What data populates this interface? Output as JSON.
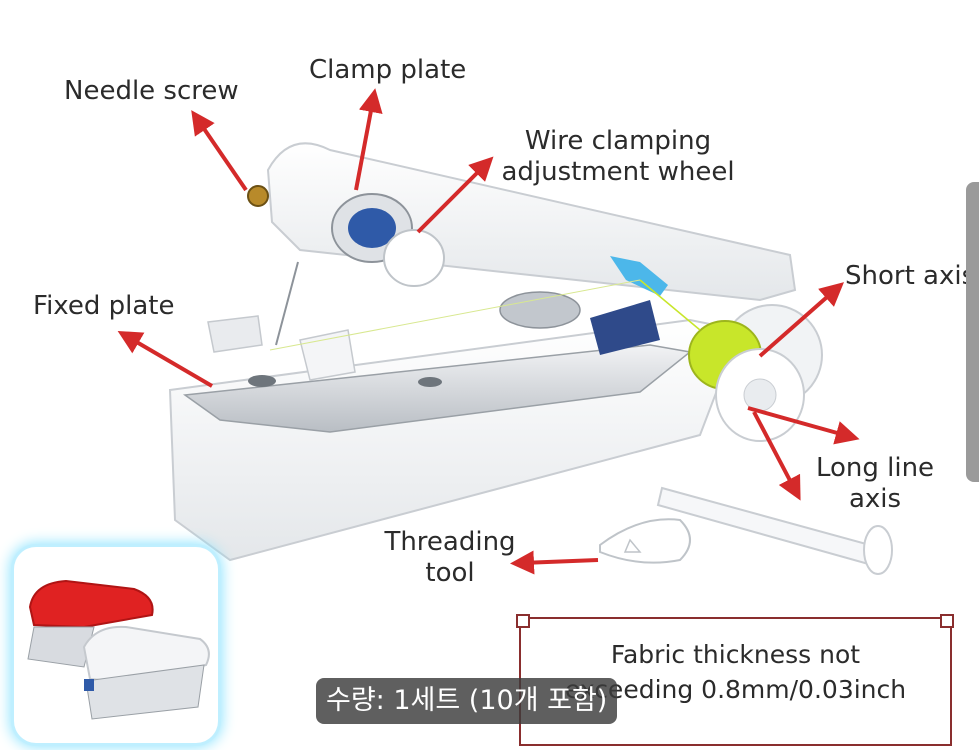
{
  "diagram": {
    "labels": {
      "needle_screw": "Needle screw",
      "clamp_plate": "Clamp plate",
      "wire_clamping_line1": "Wire clamping",
      "wire_clamping_line2": "adjustment wheel",
      "short_axis": "Short axis",
      "fixed_plate": "Fixed plate",
      "long_line_axis_line1": "Long line",
      "long_line_axis_line2": "axis",
      "threading_tool_line1": "Threading",
      "threading_tool_line2": "tool"
    },
    "notice_line1": "Fabric thickness not",
    "notice_line2": "exceeding 0.8mm/0.03inch"
  },
  "overlay": {
    "quantity_text": "수량: 1세트 (10개 포함)"
  },
  "colors": {
    "arrow": "#d42a2a",
    "thread": "#c8e62a",
    "thumb_glow": "#8fe4ff",
    "notice_border": "#8a2e2e"
  }
}
